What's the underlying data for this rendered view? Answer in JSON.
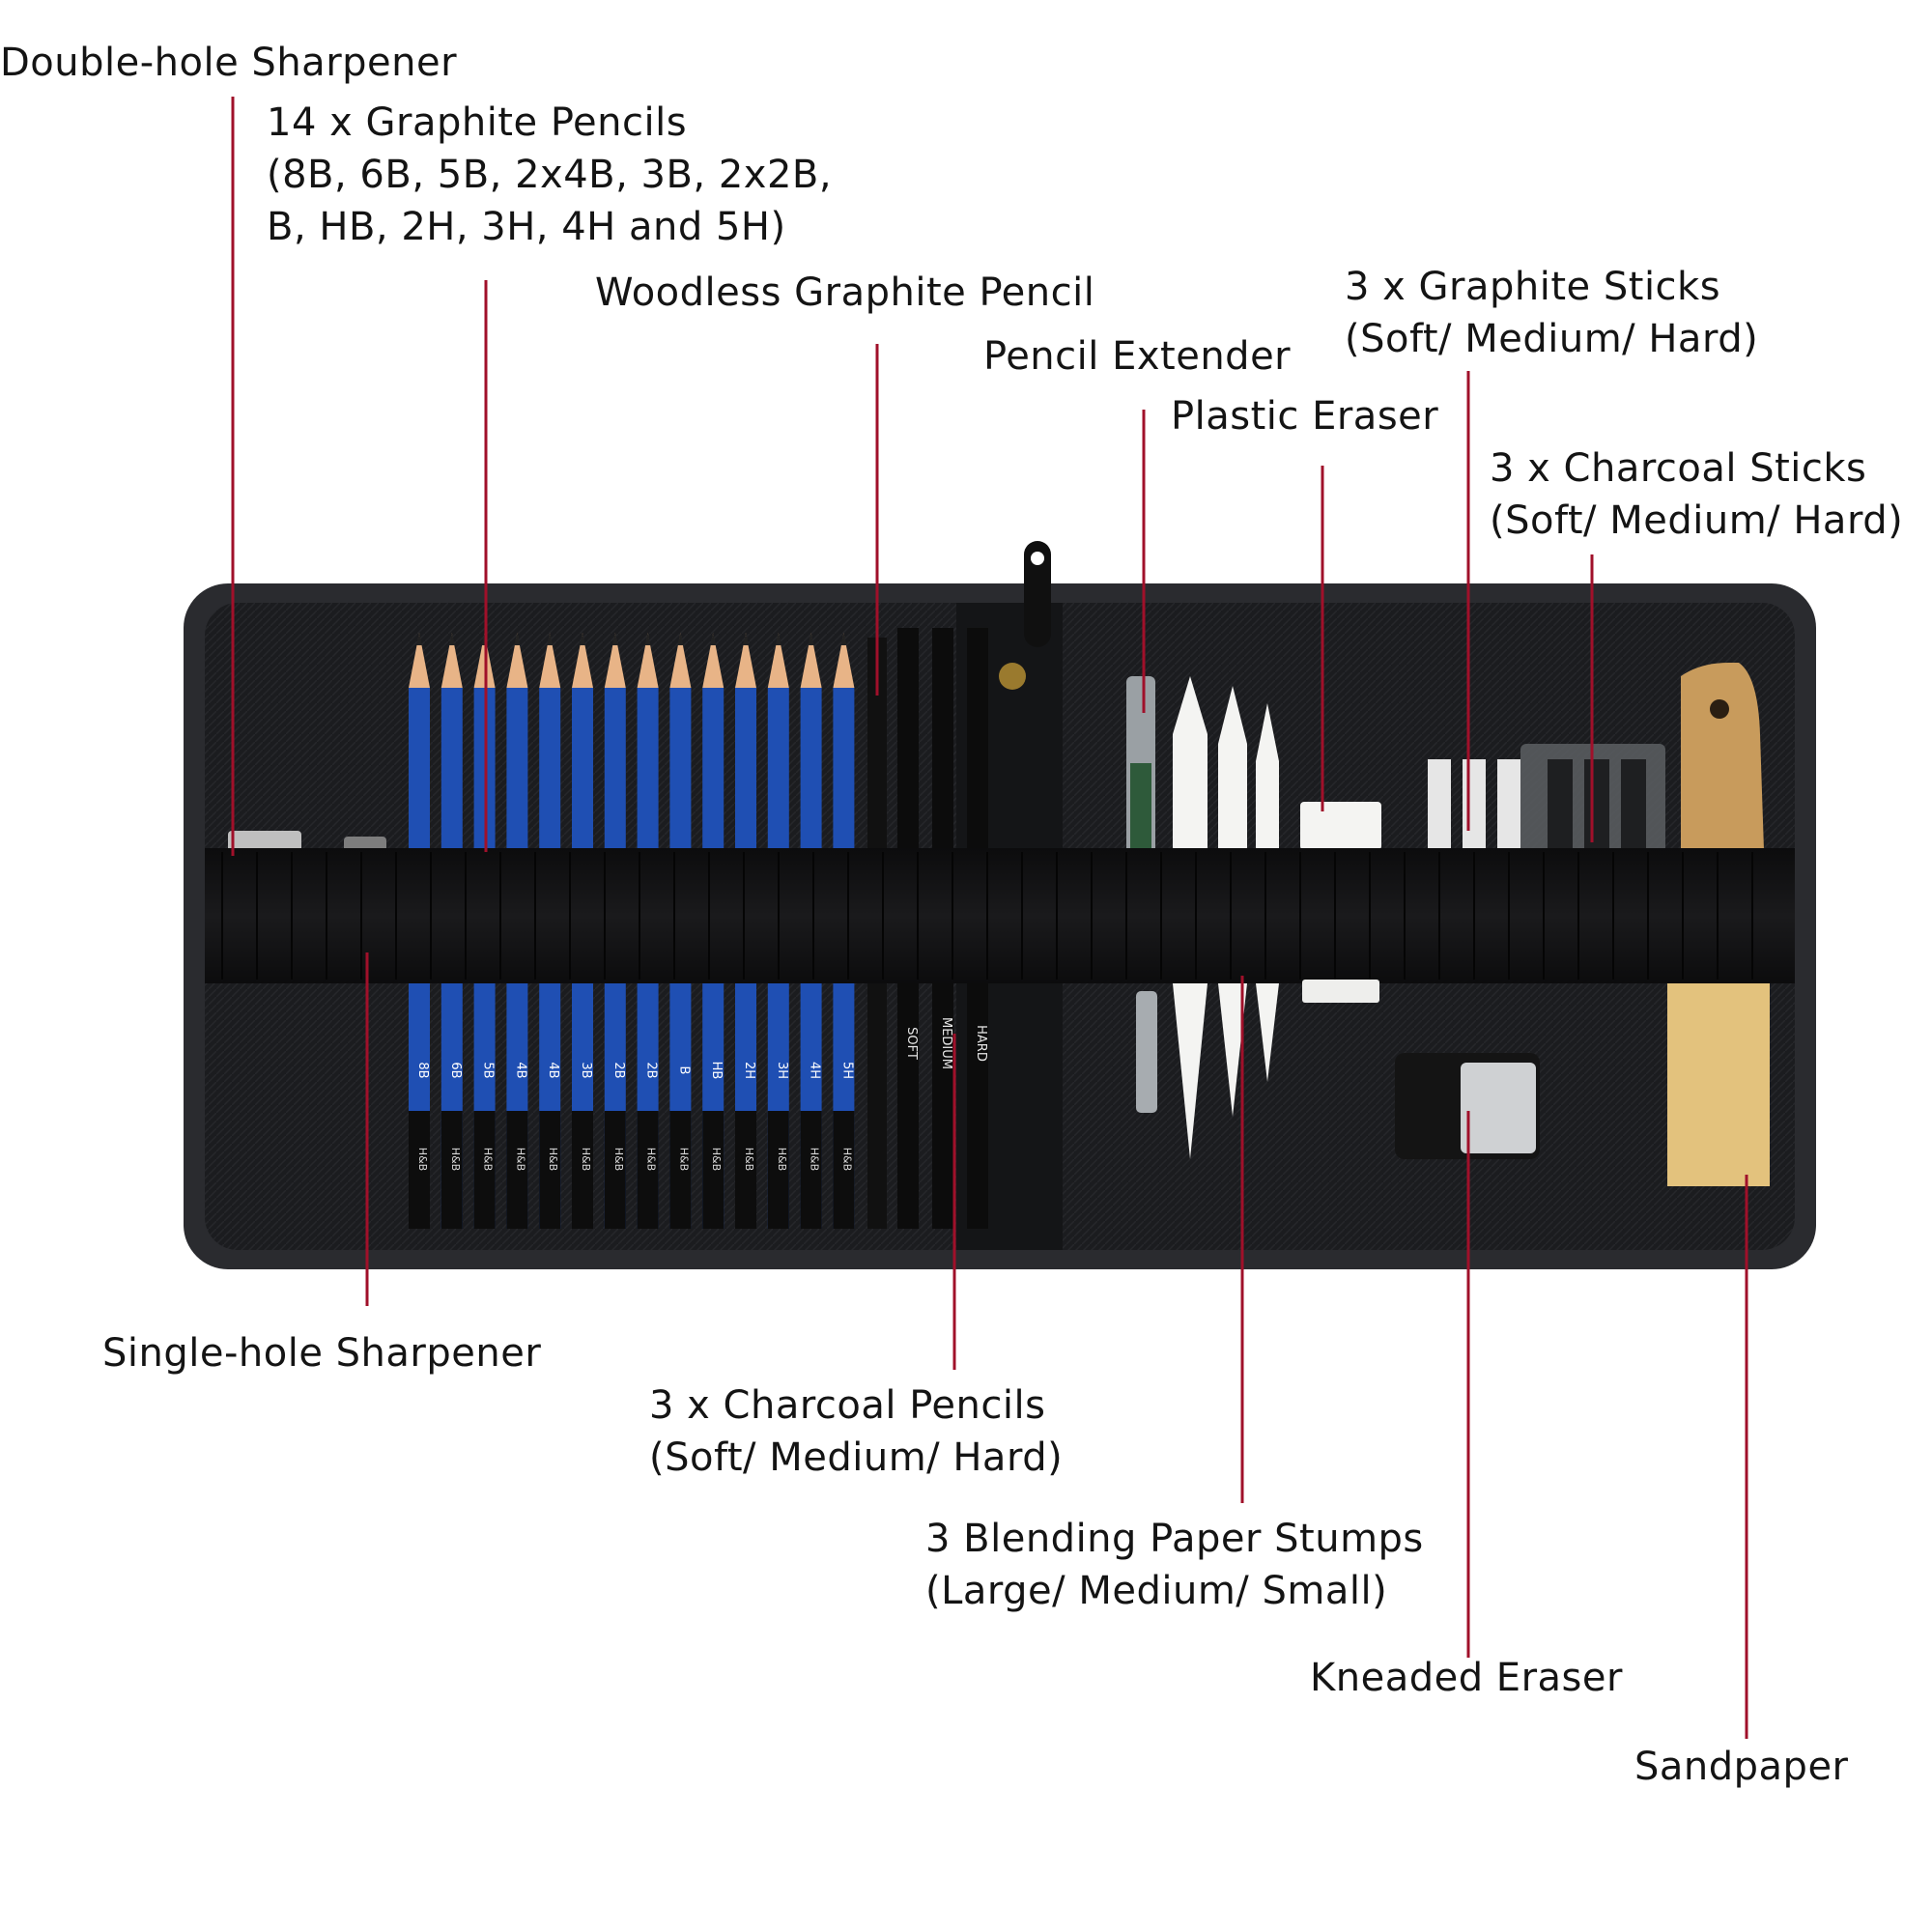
{
  "colors": {
    "leader_line": "#a0102a",
    "case_fabric": "#1b1c1f",
    "case_zipper": "#2a2b2f",
    "pencil_blue": "#1f4fb3",
    "pencil_tip": "#e8b487",
    "graphite": "#2b2b2b",
    "eraser_white": "#f4f4f2",
    "sandpaper": "#e3c27d",
    "background": "#ffffff"
  },
  "labels": {
    "double_hole_sharpener": "Double-hole Sharpener",
    "graphite_pencils_line1": "14 x Graphite Pencils",
    "graphite_pencils_line2": "(8B, 6B, 5B, 2x4B, 3B, 2x2B,",
    "graphite_pencils_line3": "B, HB, 2H, 3H, 4H and 5H)",
    "woodless_pencil": "Woodless Graphite Pencil",
    "pencil_extender": "Pencil Extender",
    "graphite_sticks_line1": "3 x Graphite Sticks",
    "graphite_sticks_line2": "(Soft/ Medium/ Hard)",
    "plastic_eraser": "Plastic Eraser",
    "charcoal_sticks_line1": "3 x Charcoal Sticks",
    "charcoal_sticks_line2": "(Soft/ Medium/ Hard)",
    "single_hole_sharpener": "Single-hole Sharpener",
    "charcoal_pencils_line1": "3 x Charcoal Pencils",
    "charcoal_pencils_line2": "(Soft/ Medium/ Hard)",
    "stumps_line1": "3 Blending Paper Stumps",
    "stumps_line2": "(Large/ Medium/ Small)",
    "kneaded_eraser": "Kneaded Eraser",
    "sandpaper": "Sandpaper"
  },
  "pencil_grades": [
    "8B",
    "6B",
    "5B",
    "4B",
    "4B",
    "3B",
    "2B",
    "2B",
    "B",
    "HB",
    "2H",
    "3H",
    "4H",
    "5H"
  ],
  "charcoal_grades": [
    "SOFT",
    "MEDIUM",
    "HARD"
  ],
  "brand": "H&B"
}
